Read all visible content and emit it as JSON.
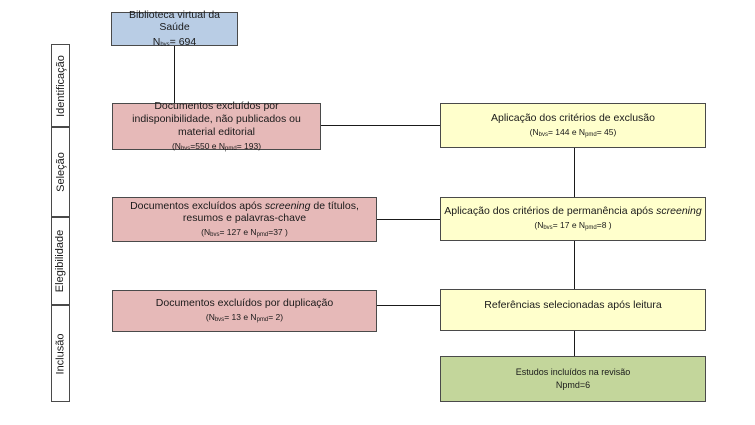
{
  "stages": [
    {
      "label": "Identificação"
    },
    {
      "label": "Seleção"
    },
    {
      "label": "Elegibilidade"
    },
    {
      "label": "Inclusão"
    }
  ],
  "source": {
    "title": "Biblioteca virtual da Saúde",
    "count_prefix": "N",
    "count_sub": "bvs",
    "count_value": "= 694"
  },
  "excluded": [
    {
      "title": "Documentos excluídos por indisponibilidade, não publicados ou material editorial",
      "a_prefix": "(N",
      "a_sub": "bvs",
      "a_value": "=550",
      "joiner": " e N",
      "b_sub": "pmd",
      "b_value": "= 193)"
    },
    {
      "title_pre": "Documentos excluídos após ",
      "title_em": "screening",
      "title_post": " de títulos, resumos e palavras-chave",
      "a_prefix": "(N",
      "a_sub": "bvs",
      "a_value": "= 127",
      "joiner": " e N",
      "b_sub": "pmd",
      "b_value": "=37 )"
    },
    {
      "title": "Documentos excluídos por duplicação",
      "a_prefix": "(N",
      "a_sub": "bvs",
      "a_value": "= 13",
      "joiner": " e N",
      "b_sub": "pmd",
      "b_value": "= 2)"
    }
  ],
  "steps": [
    {
      "title": "Aplicação dos critérios de exclusão",
      "a_prefix": "(N",
      "a_sub": "bvs",
      "a_value": "= 144",
      "joiner": " e N",
      "b_sub": "pmd",
      "b_value": "= 45)"
    },
    {
      "title_pre": "Aplicação dos critérios de permanência após ",
      "title_em": "screening",
      "a_prefix": "(N",
      "a_sub": "bvs",
      "a_value": "= 17",
      "joiner": " e N",
      "b_sub": "pmd",
      "b_value": "=8 )"
    },
    {
      "title": "Referências selecionadas após leitura"
    }
  ],
  "included": {
    "title": "Estudos incluídos na revisão",
    "count_prefix": "Npmd",
    "count_value": "=6"
  },
  "colors": {
    "source": "#b9cde5",
    "excluded": "#e6b9b8",
    "steps": "#ffffcc",
    "included": "#c3d69b"
  }
}
